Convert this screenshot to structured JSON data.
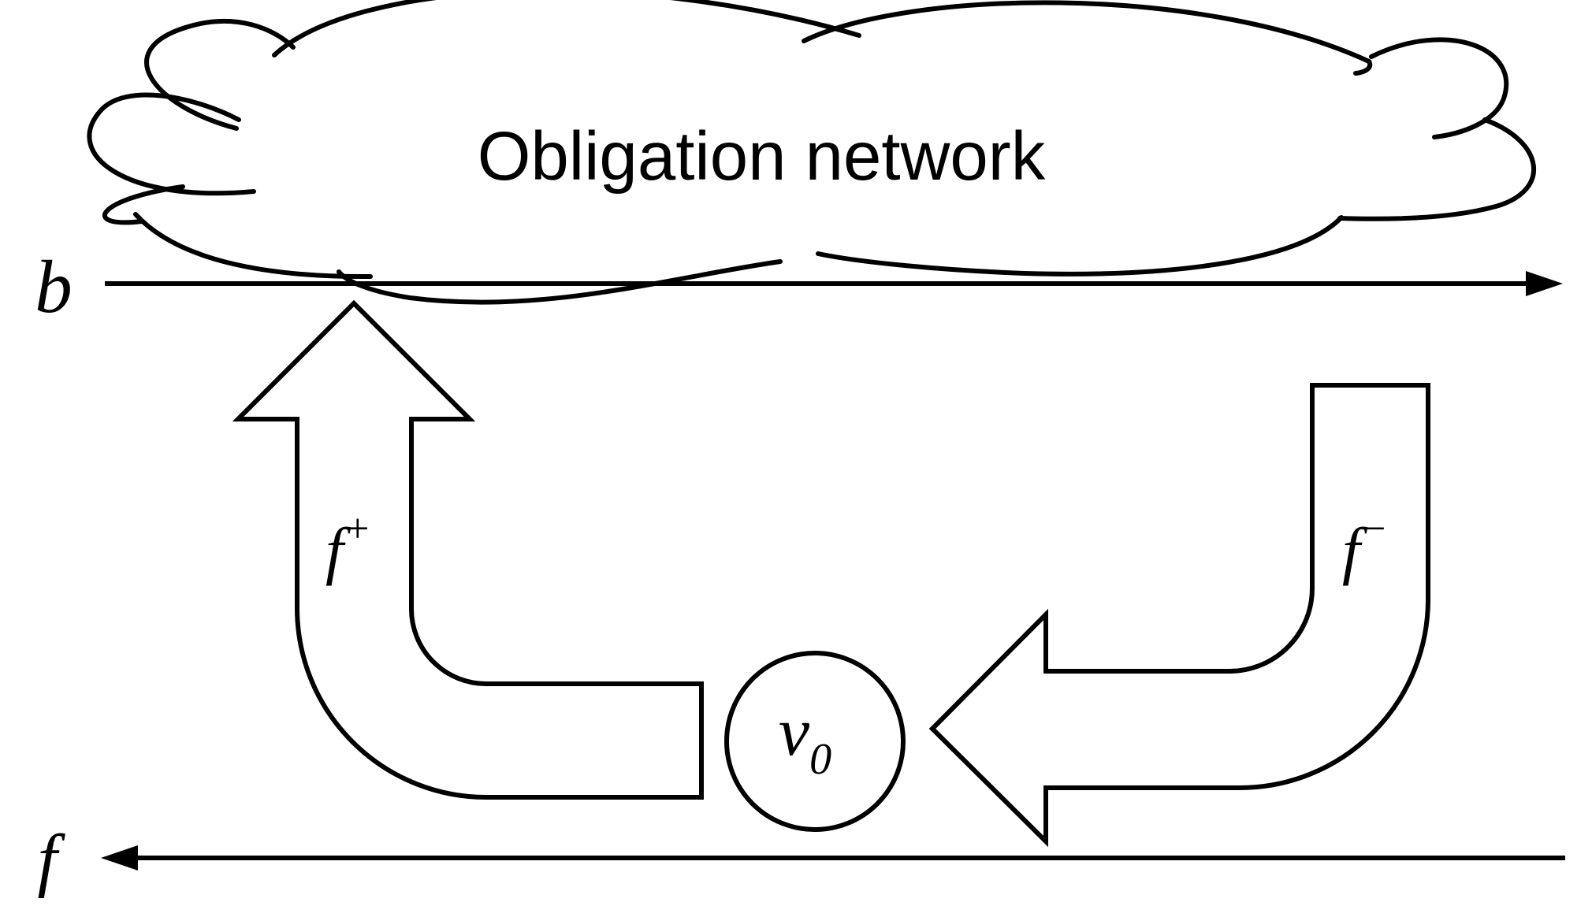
{
  "diagram": {
    "title": "Obligation network",
    "axes": {
      "top_label": "b",
      "bottom_label": "f"
    },
    "flows": {
      "positive": {
        "base": "f",
        "sup": "+"
      },
      "negative": {
        "base": "f",
        "sup": "−"
      }
    },
    "node": {
      "base": "v",
      "sub": "0"
    },
    "colors": {
      "stroke": "#000000",
      "background": "#ffffff"
    }
  }
}
